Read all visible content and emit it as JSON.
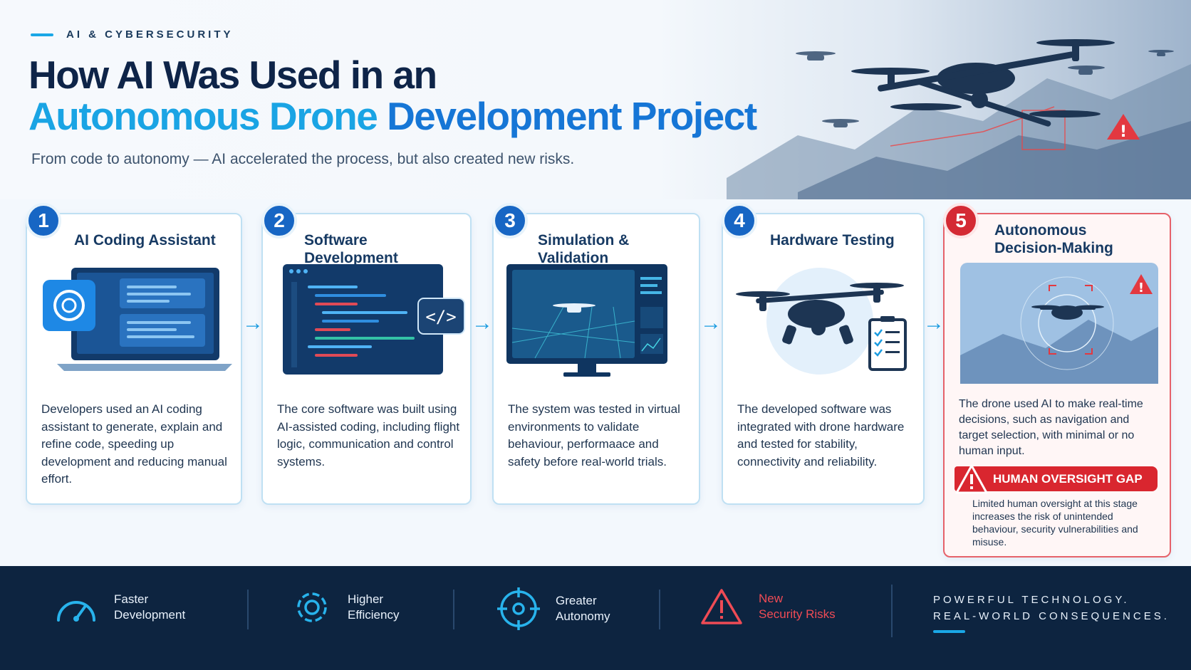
{
  "header": {
    "eyebrow": "AI & CYBERSECURITY",
    "title_line1": "How AI Was Used in an",
    "title_line2a": "Autonomous Drone",
    "title_line2b": "Development Project",
    "subtitle": "From code to autonomy — AI accelerated the process, but also created new risks."
  },
  "steps": [
    {
      "num": "1",
      "title": "AI Coding Assistant",
      "desc": "Developers used an AI coding assistant to generate, explain and refine code, speeding up development and reducing manual effort."
    },
    {
      "num": "2",
      "title": "Software Development",
      "desc": "The core software was built using AI-assisted coding, including flight logic, communication and control systems."
    },
    {
      "num": "3",
      "title": "Simulation & Validation",
      "desc": "The system was tested in virtual environments to validate behaviour, performaace and safety before real-world trials."
    },
    {
      "num": "4",
      "title": "Hardware Testing",
      "desc": "The developed software was integrated with drone hardware and tested for stability, connectivity and reliability."
    },
    {
      "num": "5",
      "title": "Autonomous Decision-Making",
      "desc": "The drone used AI to make real-time decisions, such as navigation and target selection, with minimal or no human input."
    }
  ],
  "warning": {
    "label": "HUMAN OVERSIGHT GAP",
    "text": "Limited human oversight at this stage increases the risk of unintended behaviour, security vulnerabilities and misuse."
  },
  "footer": {
    "features": [
      {
        "icon": "speedometer-icon",
        "label_line1": "Faster",
        "label_line2": "Development"
      },
      {
        "icon": "gear-icon",
        "label_line1": "Higher",
        "label_line2": "Efficiency"
      },
      {
        "icon": "crosshair-icon",
        "label_line1": "Greater",
        "label_line2": "Autonomy"
      },
      {
        "icon": "warning-triangle-icon",
        "label_line1": "New",
        "label_line2": "Security Risks"
      }
    ],
    "tagline_line1": "POWERFUL TECHNOLOGY.",
    "tagline_line2": "REAL-WORLD CONSEQUENCES."
  },
  "colors": {
    "primary": "#1766c4",
    "accent": "#1aa4e4",
    "warning": "#d9262f",
    "navy": "#0d2440"
  }
}
